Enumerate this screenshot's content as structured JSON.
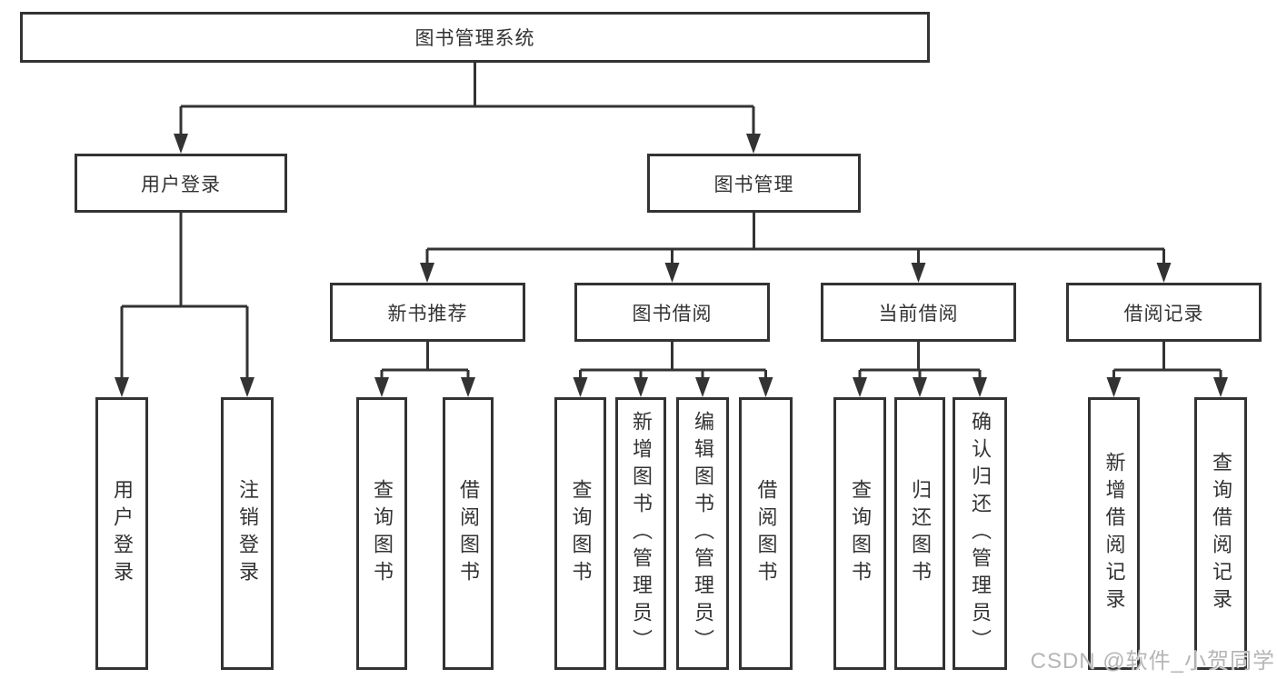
{
  "tree": {
    "root": "图书管理系统",
    "branches": [
      {
        "label": "用户登录",
        "children": [
          "用户登录",
          "注销登录"
        ]
      },
      {
        "label": "图书管理",
        "groups": [
          {
            "label": "新书推荐",
            "children": [
              "查询图书",
              "借阅图书"
            ]
          },
          {
            "label": "图书借阅",
            "children": [
              "查询图书",
              "新增图书（管理员）",
              "编辑图书（管理员）",
              "借阅图书"
            ]
          },
          {
            "label": "当前借阅",
            "children": [
              "查询图书",
              "归还图书",
              "确认归还（管理员）"
            ]
          },
          {
            "label": "借阅记录",
            "children": [
              "新增借阅记录",
              "查询借阅记录"
            ]
          }
        ]
      }
    ]
  },
  "watermark": {
    "text": "CSDN @软件_小贺同学"
  },
  "colors": {
    "line": "#333333",
    "box_border": "#333333",
    "box_background": "#ffffff",
    "text": "#333333",
    "watermark_text": "#b6b6b6"
  }
}
